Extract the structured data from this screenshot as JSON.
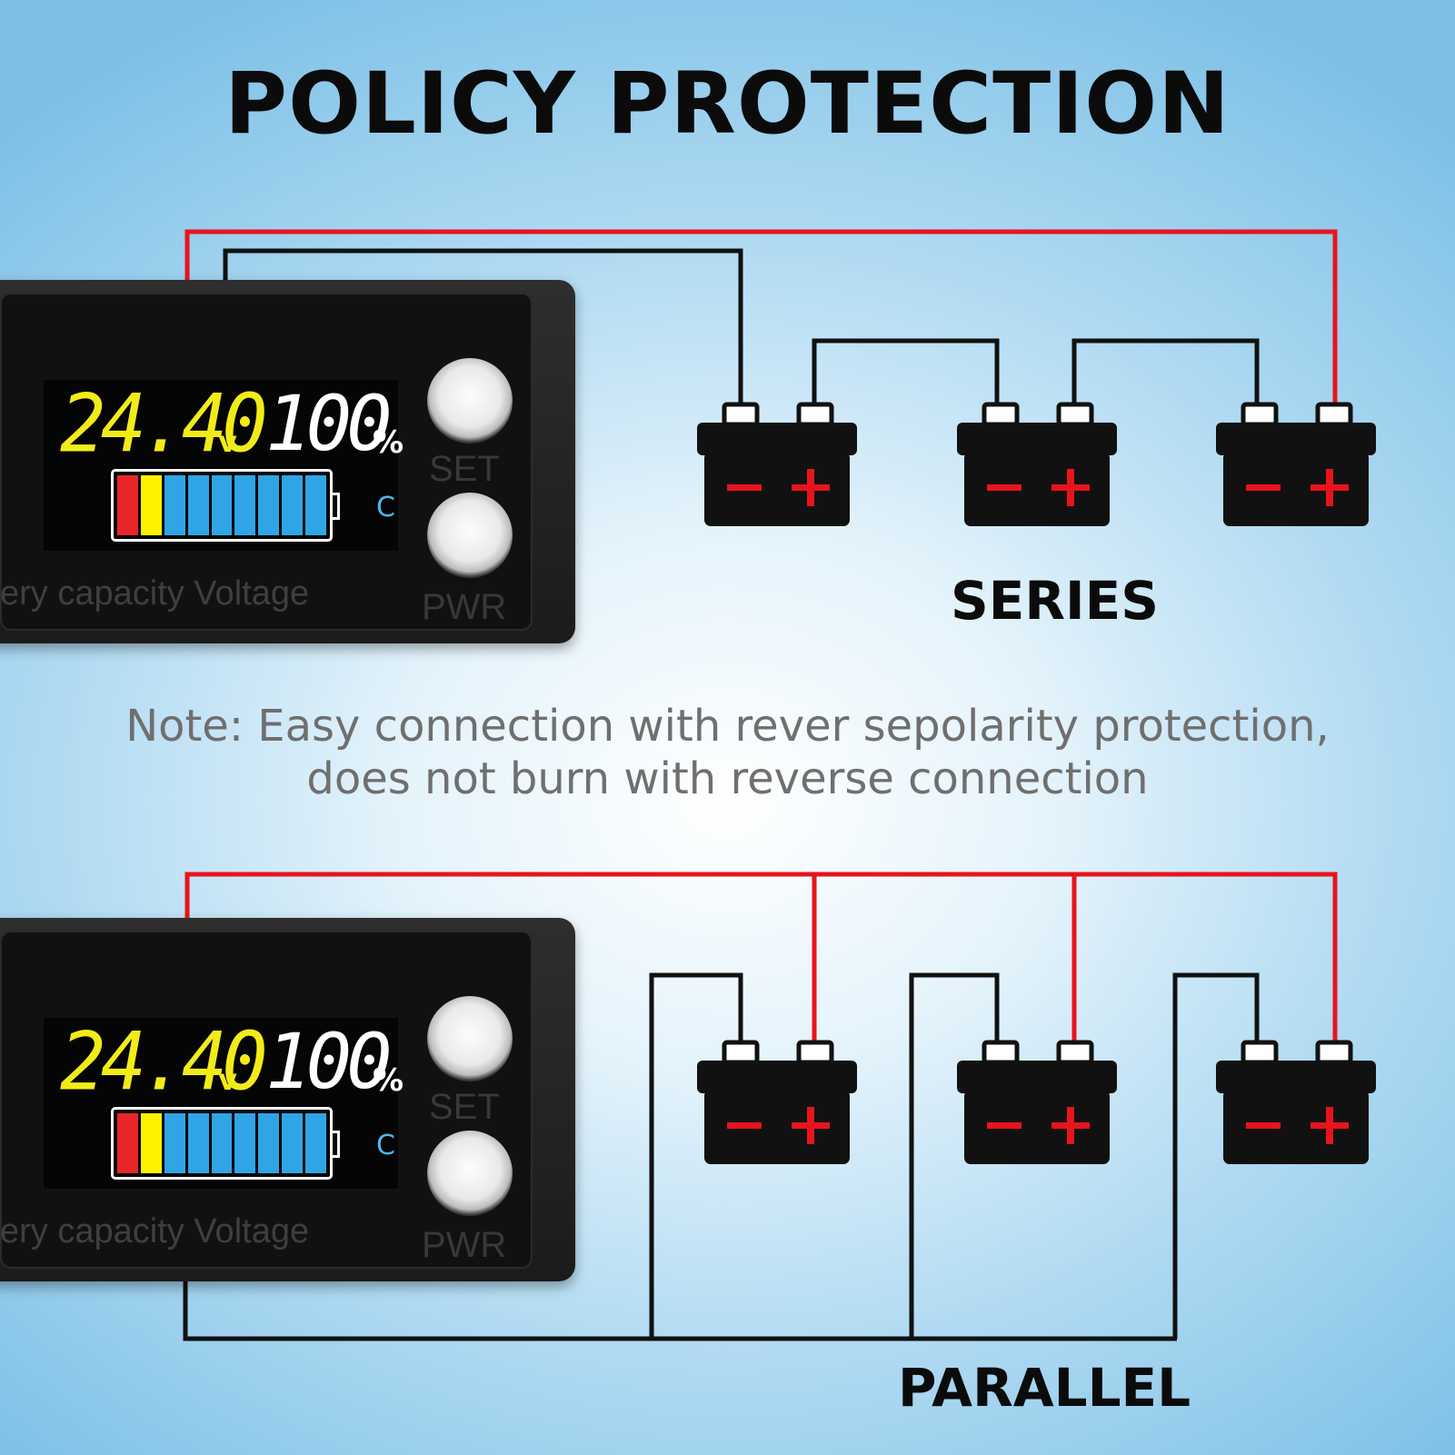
{
  "title": "POLICY PROTECTION",
  "series_label": "SERIES",
  "parallel_label": "PARALLEL",
  "note": {
    "line1": "Note: Easy connection with rever sepolarity protection,",
    "line2": "does not burn with reverse connection"
  },
  "meter": {
    "voltage": "24.40",
    "voltage_unit": "v",
    "percent": "100",
    "percent_unit": "%",
    "temp_unit": "C",
    "set_label": "SET",
    "pwr_label": "PWR",
    "caption": "ery capacity Voltage",
    "battery_level_segments": 9,
    "segment_colors": [
      "#e8262a",
      "#fff200",
      "#2fa5e6",
      "#2fa5e6",
      "#2fa5e6",
      "#2fa5e6",
      "#2fa5e6",
      "#2fa5e6",
      "#2fa5e6"
    ]
  },
  "battery": {
    "minus": "−",
    "plus": "+"
  },
  "colors": {
    "positive_wire": "#e8141c",
    "negative_wire": "#111111",
    "terminal_sign": "#e8141c"
  }
}
